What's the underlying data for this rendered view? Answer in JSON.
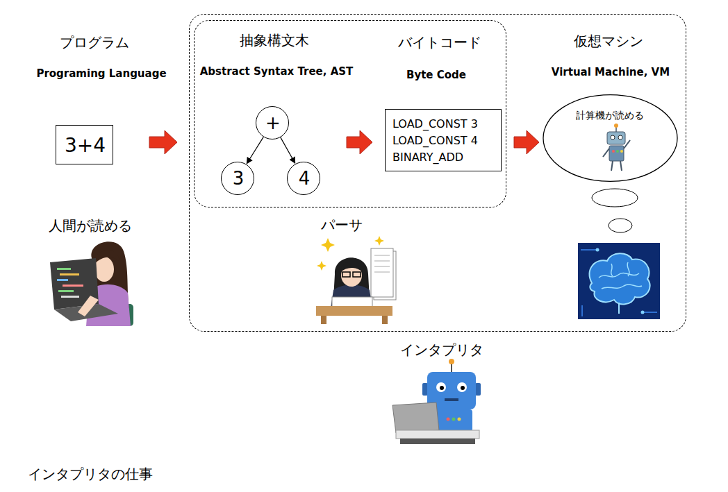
{
  "diagram": {
    "caption": "インタプリタの仕事",
    "nodes": [
      {
        "text": [
          "プログラム",
          "Programing Language",
          "3+4"
        ]
      },
      {
        "text": [
          "インタプリタ"
        ]
      },
      {
        "text": [
          "パーサ"
        ],
        "in": 1
      },
      {
        "text": [
          "+"
        ],
        "in": 2
      },
      {
        "text": [
          "3"
        ],
        "in": 2
      },
      {
        "text": [
          "4"
        ],
        "in": 2
      },
      {
        "text": [
          "バイトコード",
          "Byte Code",
          "LOAD_CONST 3 LOAD_CONST 4 BINARY_ADD"
        ],
        "in": 2
      },
      {
        "text": [
          "仮想マシン",
          "Virtual Machine, VM",
          "計算機が読める"
        ],
        "in": 1
      }
    ],
    "edges": [
      {
        "from": 0,
        "to": 1,
        "arrow": "to"
      },
      {
        "from": 3,
        "to": 4,
        "arrow": "to"
      },
      {
        "from": 3,
        "to": 5,
        "arrow": "to"
      },
      {
        "from": 5,
        "to": 6,
        "arrow": "to"
      },
      {
        "from": 6,
        "to": 7,
        "arrow": "to"
      }
    ],
    "labels": [
      "人間が読める",
      "抽象構文木",
      "Abstract Syntax Tree, AST"
    ]
  }
}
